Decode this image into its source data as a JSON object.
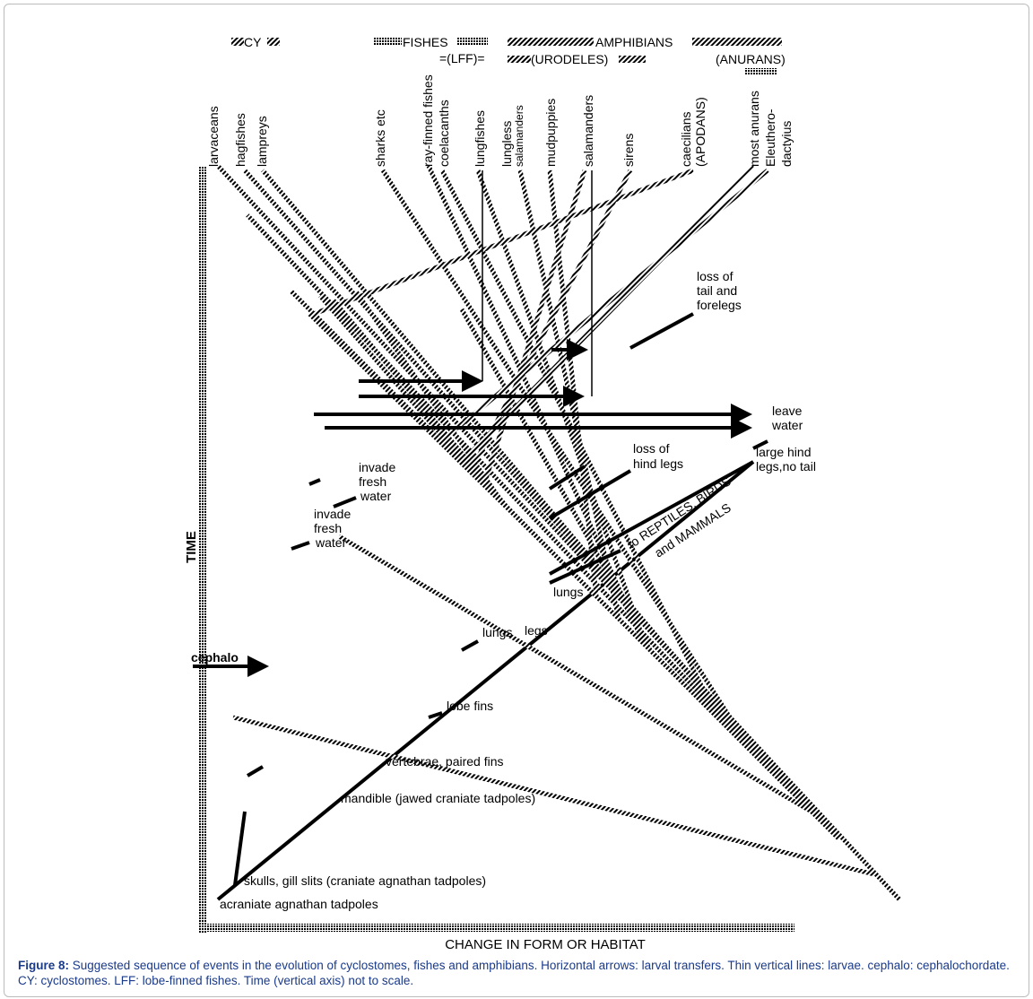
{
  "groups": {
    "cy": "CY",
    "fishes": "FISHES",
    "lff": "=(LFF)=",
    "amphibians": "AMPHIBIANS",
    "urodeles": "(URODELES)",
    "anurans": "(ANURANS)"
  },
  "taxa": {
    "larvaceans": "larvaceans",
    "hagfishes": "hagfishes",
    "lampreys": "lampreys",
    "sharks": "sharks etc",
    "ray_finned": "ray-finned fishes",
    "coelacanths": "coelacanths",
    "lungfishes": "lungfishes",
    "lungless_1": "lungless",
    "lungless_2": "salamanders",
    "mudpuppies": "mudpuppies",
    "salamanders": "salamanders",
    "sirens": "sirens",
    "caecilians_1": "caecilians",
    "caecilians_2": "(APODANS)",
    "most_anurans": "most anurans",
    "eleuthero_1": "Eleuthero-",
    "eleuthero_2": "dactyius"
  },
  "events": {
    "loss_tail_1": "loss of",
    "loss_tail_2": "tail and",
    "loss_tail_3": "forelegs",
    "leave_water_1": "leave",
    "leave_water_2": "water",
    "loss_hind_1": "loss of",
    "loss_hind_2": "hind legs",
    "large_hind_1": "large hind",
    "large_hind_2": "legs,no tail",
    "invade_a_1": "invade",
    "invade_a_2": "fresh",
    "invade_a_3": "water",
    "invade_b_1": "invade",
    "invade_b_2": "fresh",
    "invade_b_3": "water",
    "to_reptiles_1": "to REPTILES, BIRDS",
    "to_reptiles_2": "and MAMMALS",
    "lungs_upper": "lungs",
    "lungs_lower": "lungs",
    "legs": "legs",
    "cephalo": "cephalo",
    "lobe_fins": "lobe fins",
    "vertebrae": "vertebrae, paired fins",
    "mandible": "mandible (jawed craniate tadpoles)",
    "skulls": "skulls, gill slits (craniate agnathan tadpoles)",
    "acraniate": "acraniate agnathan tadpoles"
  },
  "axes": {
    "y_label": "TIME",
    "x_label": "CHANGE IN FORM OR HABITAT"
  },
  "caption": {
    "label": "Figure 8:",
    "text": " Suggested sequence of events in the evolution of cyclostomes, fishes and amphibians. Horizontal arrows: larval transfers. Thin vertical lines: larvae. cephalo: cephalochordate. CY: cyclostomes. LFF: lobe-finned fishes. Time (vertical axis) not to scale."
  }
}
